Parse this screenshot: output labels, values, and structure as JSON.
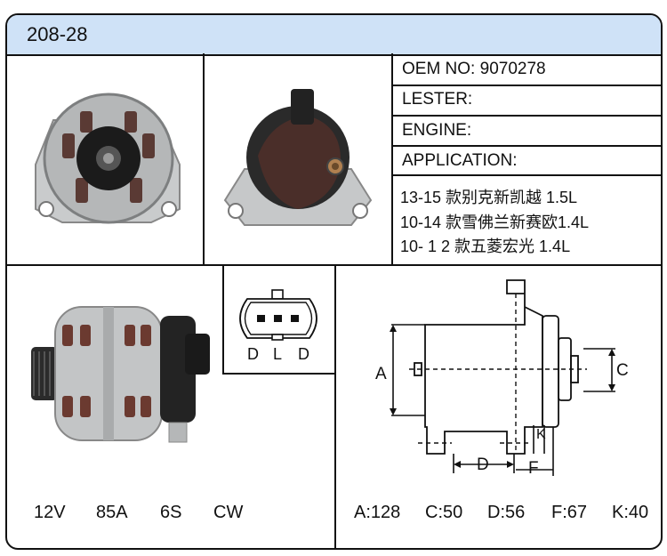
{
  "title": "208-28",
  "oem_label": "OEM NO:",
  "oem_value": "9070278",
  "lester_label": "LESTER:",
  "engine_label": "ENGINE:",
  "application_label": "APPLICATION:",
  "applications": [
    "13-15 款别克新凯越 1.5L",
    "10-14 款雪佛兰新赛欧1.4L",
    "10- 1 2 款五菱宏光 1.4L"
  ],
  "connector_pins": [
    "D",
    "L",
    "D"
  ],
  "specs_left": [
    "12V",
    "85A",
    "6S",
    "CW"
  ],
  "specs_right": [
    "A:128",
    "C:50",
    "D:56",
    "F:67",
    "K:40"
  ],
  "dimension_letters": {
    "a": "A",
    "c": "C",
    "d": "D",
    "f": "F",
    "k": "K"
  }
}
